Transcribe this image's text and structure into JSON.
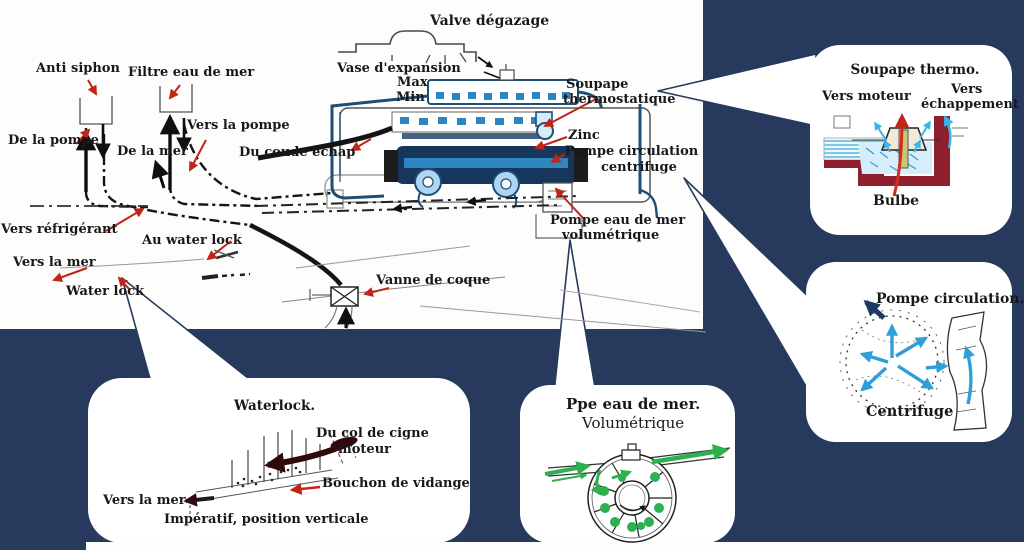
{
  "background_color": "#273a5e",
  "accent_colors": {
    "red_arrow": "#c02518",
    "engine_blue": "#2e86c1",
    "dark_blue": "#16365c",
    "green": "#2db04f",
    "light_blue": "#38b6e8",
    "maroon": "#8e1f2f"
  },
  "main_diagram": {
    "labels": {
      "valve_degazage": "Valve dégazage",
      "vase_expansion": "Vase d'expansion",
      "max": "Max",
      "min": "Min",
      "anti_siphon": "Anti siphon",
      "filtre_eau_de_mer": "Filtre eau de mer",
      "de_la_pompe": "De la pompe",
      "vers_la_pompe": "Vers la pompe",
      "de_la_mer": "De la mer",
      "du_coude_echap": "Du coude échap",
      "soupape_l1": "Soupape",
      "soupape_l2": "thermostatique",
      "zinc": "Zinc",
      "pompe_circulation_l1": "Pompe circulation",
      "pompe_circulation_l2": "centrifuge",
      "pompe_eau_mer_l1": "Pompe eau de mer",
      "pompe_eau_mer_l2": "volumétrique",
      "vers_refrigerant": "Vers réfrigérant",
      "au_water_lock": "Au water lock",
      "vers_la_mer": "Vers la mer",
      "water_lock": "Water lock",
      "vanne_de_coque": "Vanne de coque"
    }
  },
  "callouts": {
    "soupape_thermo": {
      "title": "Soupape thermo.",
      "vers_moteur": "Vers moteur",
      "vers_echappement_l1": "Vers",
      "vers_echappement_l2": "échappement",
      "bulbe": "Bulbe"
    },
    "pompe_circulation": {
      "title": "Pompe circulation.",
      "caption": "Centrifuge"
    },
    "waterlock": {
      "title": "Waterlock.",
      "du_col_l1": "Du col de cigne",
      "du_col_l2": "moteur",
      "bouchon": "Bouchon de vidange",
      "vers_la_mer": "Vers la mer",
      "imperatif": "Impératif, position verticale"
    },
    "ppe_eau_de_mer": {
      "title": "Ppe  eau de mer.",
      "subtitle": "Volumétrique"
    }
  }
}
